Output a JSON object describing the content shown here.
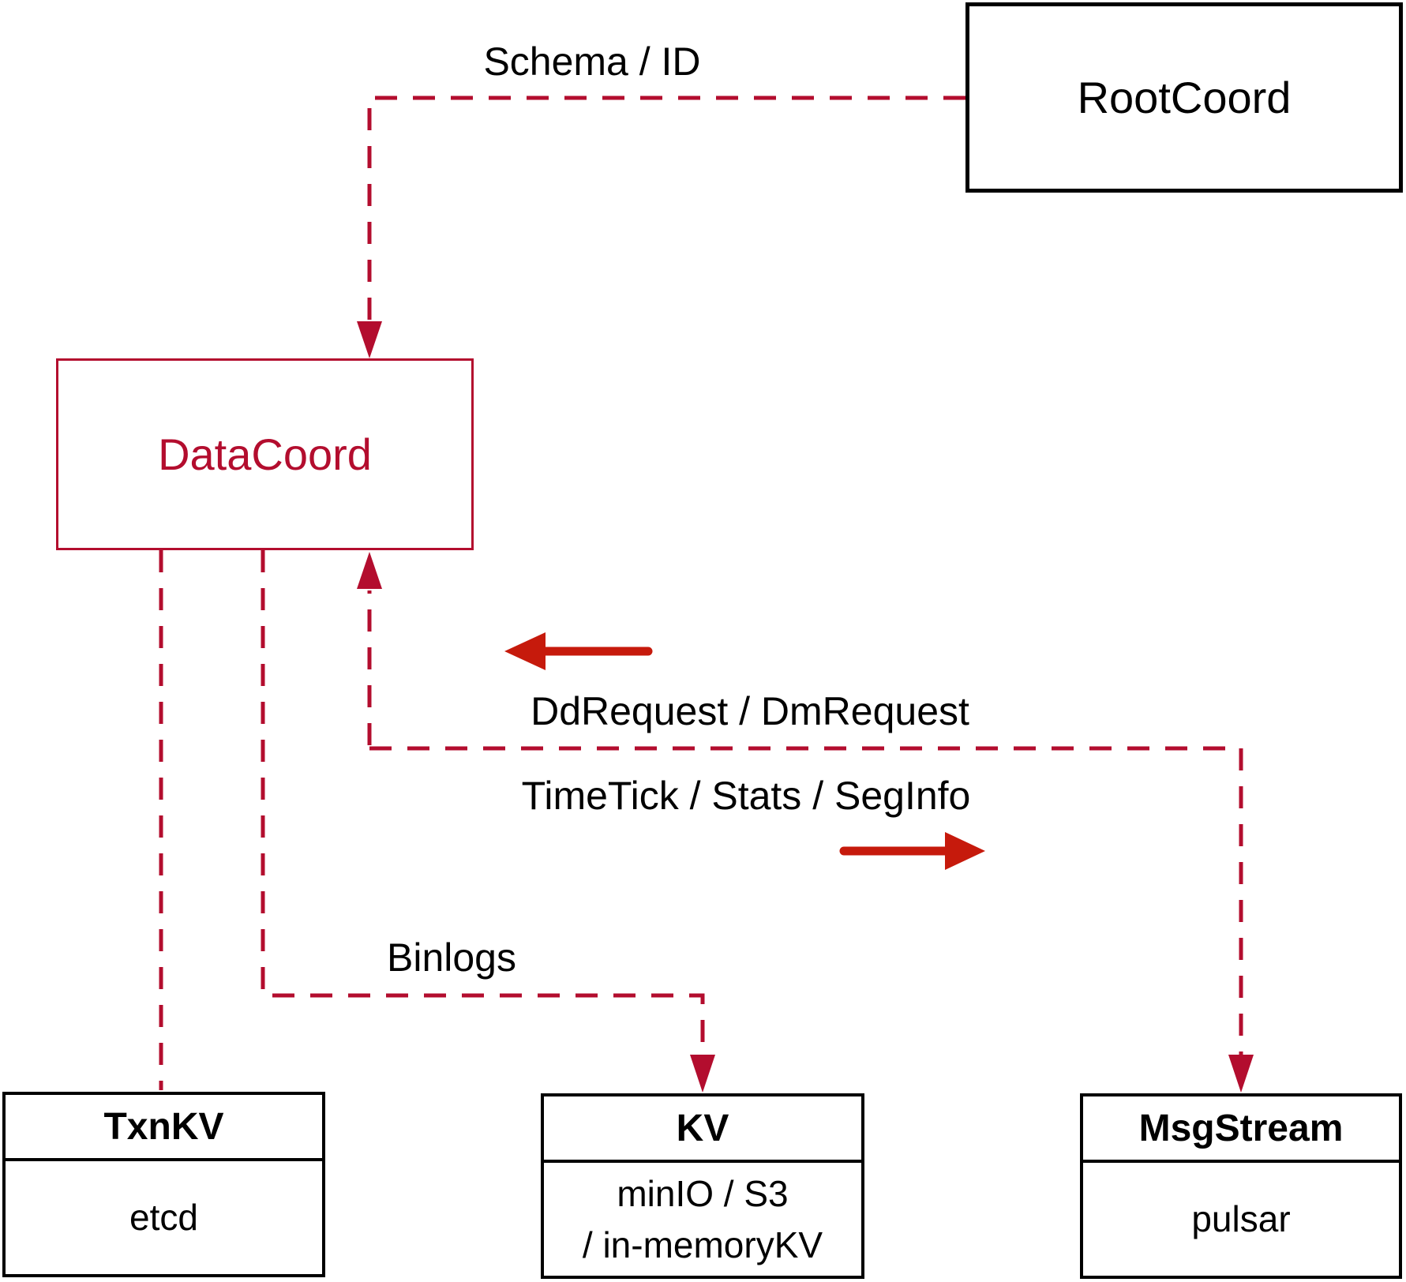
{
  "diagram": {
    "colors": {
      "connector_red": "#b30d2e",
      "flow_arrow_red": "#c61a0c",
      "box_border_black": "#000000",
      "background": "#ffffff"
    },
    "nodes": {
      "root_coord": {
        "label": "RootCoord"
      },
      "data_coord": {
        "label": "DataCoord"
      },
      "txn_kv": {
        "title": "TxnKV",
        "value": "etcd"
      },
      "kv": {
        "title": "KV",
        "value_line1": "minIO / S3",
        "value_line2": "/ in-memoryKV"
      },
      "msg_stream": {
        "title": "MsgStream",
        "value": "pulsar"
      }
    },
    "edge_labels": {
      "schema_id": "Schema / ID",
      "dd_dm_request": "DdRequest / DmRequest",
      "timetick_stats_seginfo": "TimeTick / Stats / SegInfo",
      "binlogs": "Binlogs"
    }
  }
}
